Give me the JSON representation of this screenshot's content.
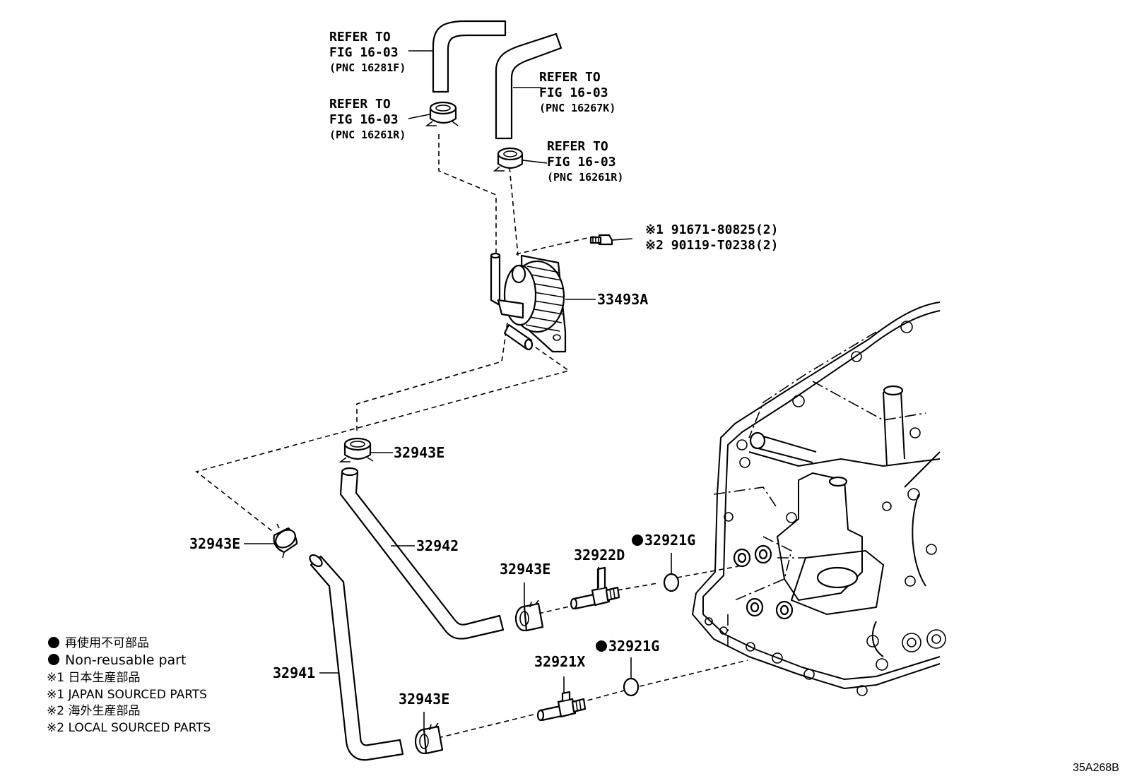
{
  "refs": [
    {
      "line1": "REFER TO",
      "line2": "FIG 16-03",
      "pnc": "(PNC 16281F)"
    },
    {
      "line1": "REFER TO",
      "line2": "FIG 16-03",
      "pnc": "(PNC 16261R)"
    },
    {
      "line1": "REFER TO",
      "line2": "FIG 16-03",
      "pnc": "(PNC 16267K)"
    },
    {
      "line1": "REFER TO",
      "line2": "FIG 16-03",
      "pnc": "(PNC 16261R)"
    }
  ],
  "bolts": {
    "line1": "※1 91671-80825(2)",
    "line2": "※2 90119-T0238(2)"
  },
  "parts": {
    "cooler": "33493A",
    "clamp_upper": "32943E",
    "clamp_left": "32943E",
    "hose_32942": "32942",
    "clamp_mid": "32943E",
    "union_upper": "32922D",
    "oring_upper": "32921G",
    "oring_lower": "32921G",
    "union_lower": "32921X",
    "hose_32941": "32941",
    "clamp_lower": "32943E"
  },
  "legend": {
    "nonreuse_jp": "再使用不可部品",
    "nonreuse_en": "Non-reusable part",
    "japan_jp": "※1 日本生産部品",
    "japan_en": "※1 JAPAN SOURCED PARTS",
    "local_jp": "※2 海外生産部品",
    "local_en": "※2 LOCAL SOURCED PARTS"
  },
  "illustration_id": "35A268B"
}
